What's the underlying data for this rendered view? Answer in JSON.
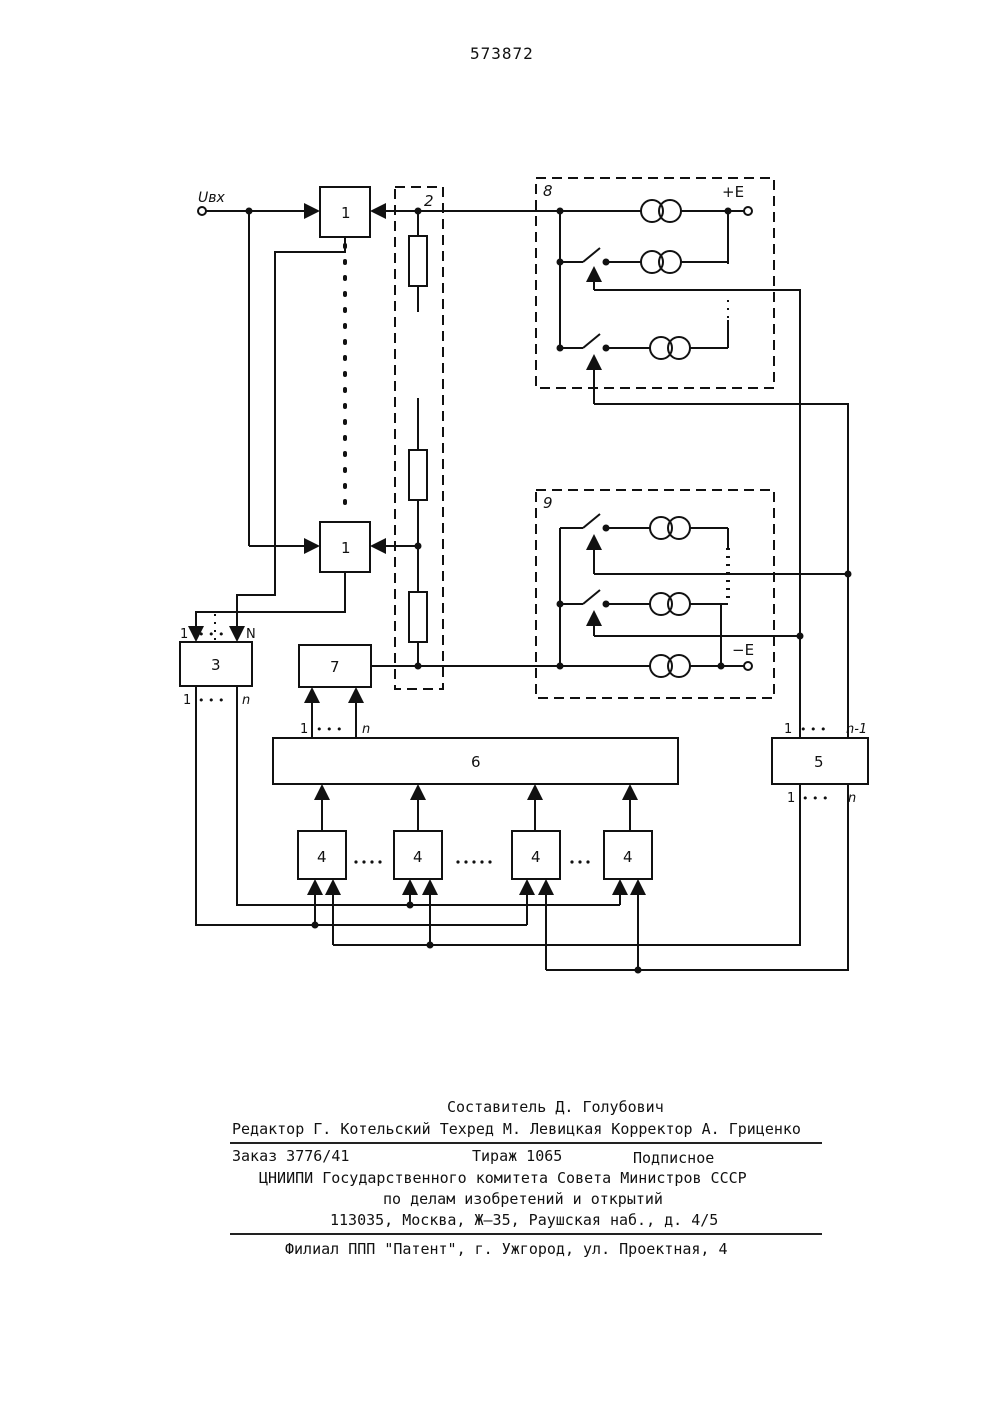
{
  "header": {
    "patent_number": "573872"
  },
  "diagram": {
    "input_label": "Uвх",
    "block_labels": {
      "b1": "1",
      "b2": "2",
      "b3": "3",
      "b4": "4",
      "b5": "5",
      "b6": "6",
      "b7": "7",
      "b8": "8",
      "b9": "9"
    },
    "supply_labels": {
      "positive": "+E",
      "negative": "−E"
    },
    "port_labels": {
      "n_upper": "N",
      "n_lower": "n",
      "one": "1",
      "dots": "• • •",
      "n_minus_1": "n-1"
    }
  },
  "colophon": {
    "compiler": "Составитель Д. Голубович",
    "editors_line": "Редактор Г. Котельский Техред М. Левицкая Корректор А. Гриценко",
    "order": "Заказ 3776/41",
    "circulation": "Тираж 1065",
    "subscription": "Подписное",
    "org_line1": "ЦНИИПИ Государственного комитета Совета Министров СССР",
    "org_line2": "по делам изобретений и открытий",
    "address": "113035, Москва, Ж–35, Раушская наб., д. 4/5",
    "branch": "Филиал ППП \"Патент\", г. Ужгород, ул. Проектная, 4"
  }
}
